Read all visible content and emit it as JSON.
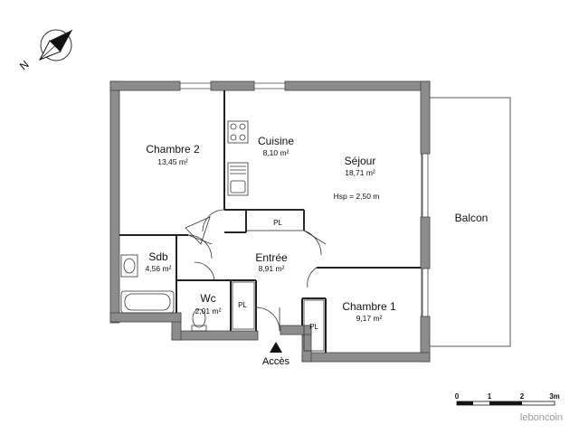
{
  "compass": {
    "north_label": "N"
  },
  "rooms": {
    "chambre2": {
      "name": "Chambre 2",
      "area": "13,45 m²"
    },
    "cuisine": {
      "name": "Cuisine",
      "area": "8,10 m²"
    },
    "sejour": {
      "name": "Séjour",
      "area": "18,71 m²",
      "note": "Hsp = 2,50 m"
    },
    "balcon": {
      "name": "Balcon"
    },
    "sdb": {
      "name": "Sdb",
      "area": "4,56 m²"
    },
    "entree": {
      "name": "Entrée",
      "area": "8,91 m²"
    },
    "wc": {
      "name": "Wc",
      "area": "2,01 m²"
    },
    "chambre1": {
      "name": "Chambre 1",
      "area": "9,17 m²"
    }
  },
  "closets": {
    "pl_kitchen": "PL",
    "pl_wc": "PL",
    "pl_chambre1": "PL"
  },
  "access": {
    "label": "Accès"
  },
  "scale": {
    "ticks": [
      "0",
      "1",
      "2",
      "3m"
    ]
  },
  "watermark": "leboncoin",
  "colors": {
    "wall": "#8c8c8c",
    "wall_edge": "#444444",
    "line": "#222222"
  }
}
